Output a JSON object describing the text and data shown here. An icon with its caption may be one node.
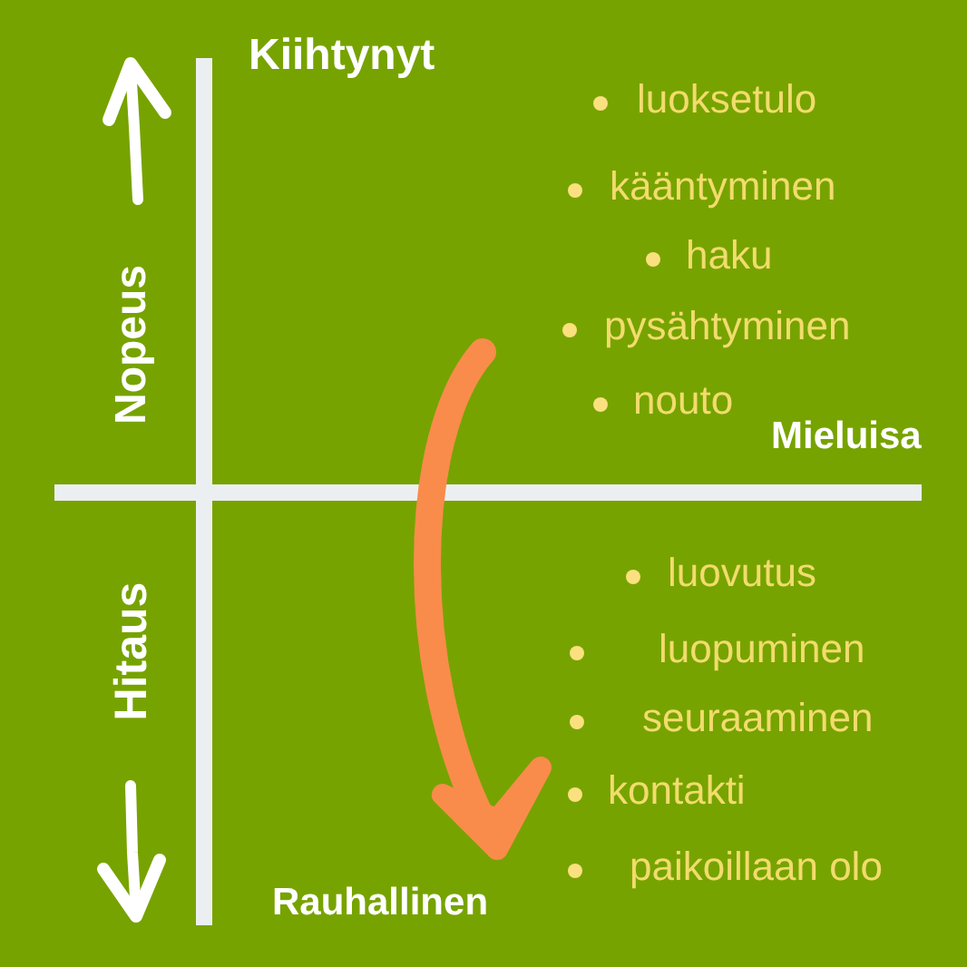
{
  "diagram": {
    "labels": [
      "Kiihtynyt",
      "luoksetulo",
      "kääntyminen",
      "haku",
      "pysähtyminen",
      "Nopeus",
      "nouto",
      "Mieluisa",
      "luovutus",
      "Hitaus",
      "luopuminen",
      "seuraaminen",
      "kontakti",
      "paikoillaan olo",
      "Rauhallinen"
    ]
  }
}
